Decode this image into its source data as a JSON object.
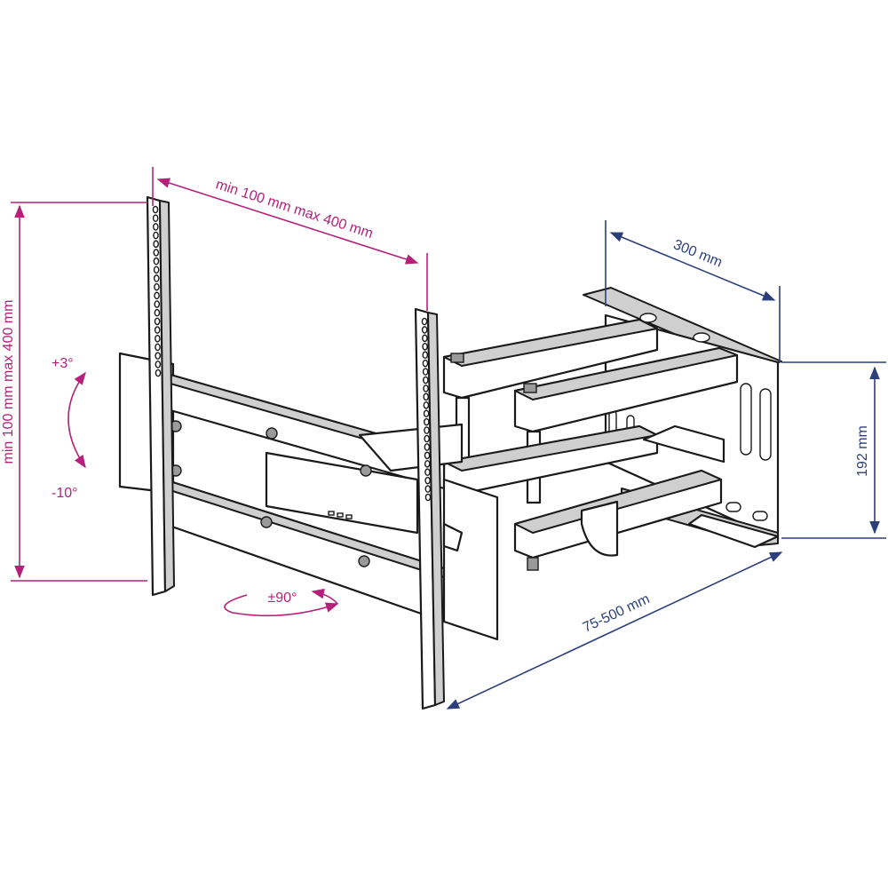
{
  "dimensions": {
    "vesa_horizontal": "min 100 mm max 400 mm",
    "vesa_vertical": "min 100 mm max 400 mm",
    "wall_plate_width": "300 mm",
    "wall_plate_height": "192 mm",
    "wall_distance": "75-500 mm"
  },
  "angles": {
    "tilt_up": "+3°",
    "tilt_down": "-10°",
    "swivel": "±90°"
  },
  "colors": {
    "vesa_dimension": "#b5217a",
    "mount_dimension": "#2c3f7a",
    "line_art": "#1a1a1a"
  }
}
